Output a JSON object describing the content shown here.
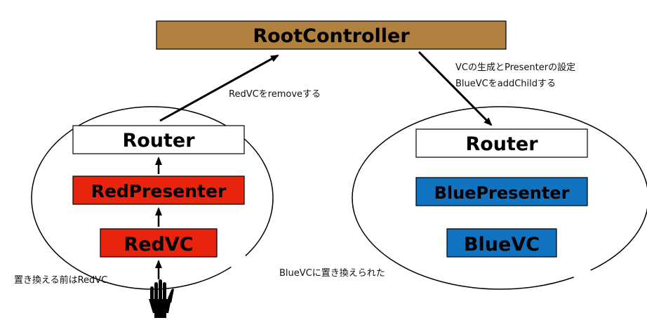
{
  "root": {
    "label": "RootController",
    "color": "#b0813f"
  },
  "left_module": {
    "router": "Router",
    "presenter": "RedPresenter",
    "vc": "RedVC",
    "presenter_color": "#e8240f",
    "vc_color": "#e8240f"
  },
  "right_module": {
    "router": "Router",
    "presenter": "BluePresenter",
    "vc": "BlueVC",
    "presenter_color": "#1073c0",
    "vc_color": "#1073c0"
  },
  "annotations": {
    "remove": "RedVCをremoveする",
    "create_line1": "VCの生成とPresenterの設定",
    "create_line2": "BlueVCをaddChildする",
    "before": "置き換える前はRedVC",
    "after": "BlueVCに置き換えられた"
  },
  "icons": {
    "hand": "hand-icon"
  }
}
